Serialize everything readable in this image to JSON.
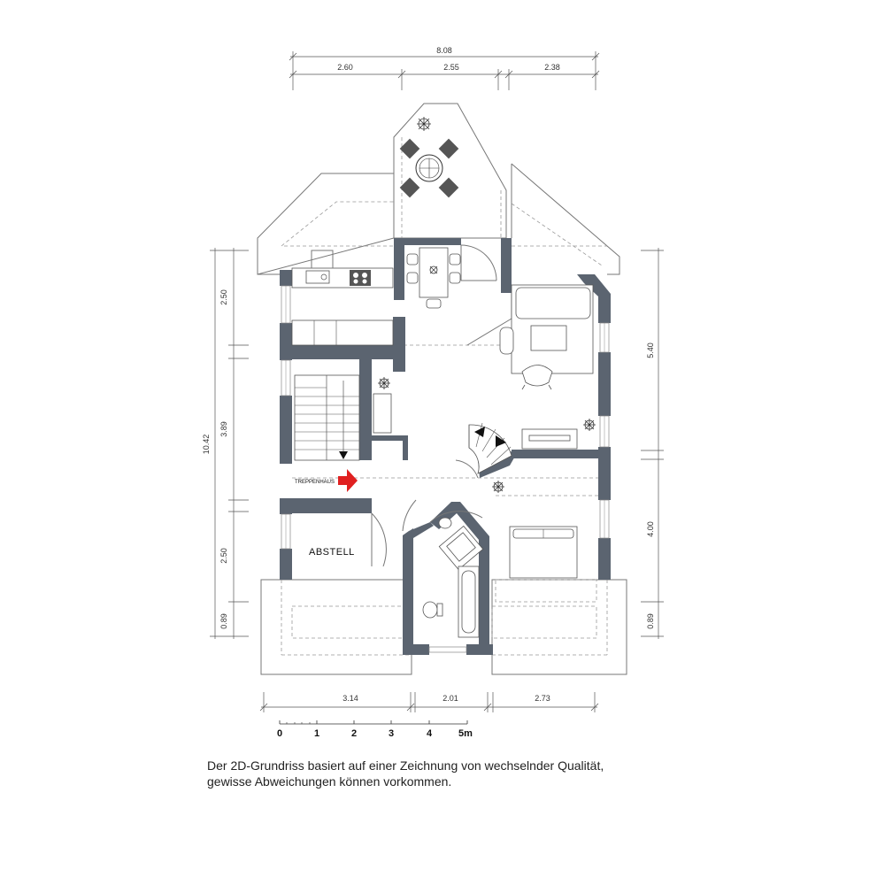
{
  "dimensions": {
    "top_total": "8.08",
    "top_segments": [
      "2.60",
      "2.55",
      "2.38"
    ],
    "left_total": "10.42",
    "left_segments": [
      "2.50",
      "3.89",
      "2.50",
      "0.89"
    ],
    "right_segments": [
      "5.40",
      "4.00",
      "0.89"
    ],
    "bottom_segments": [
      "3.14",
      "2.01",
      "2.73"
    ]
  },
  "rooms": {
    "staircase_label": "TREPPENHAUS",
    "storage_label": "ABSTELL"
  },
  "scale_bar": {
    "labels": [
      "0",
      "1",
      "2",
      "3",
      "4",
      "5m"
    ]
  },
  "disclaimer": {
    "line1": "Der 2D-Grundriss basiert auf einer Zeichnung von wechselnder Qualität,",
    "line2": "gewisse Abweichungen können vorkommen."
  },
  "colors": {
    "wall": "#5b6470",
    "arrow": "#e02020"
  }
}
